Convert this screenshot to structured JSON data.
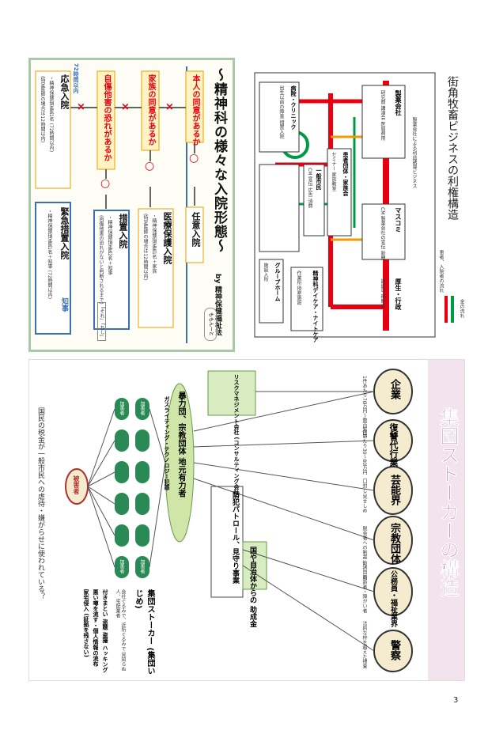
{
  "page_number": "3",
  "panel_psych": {
    "title": "〜精神科の様々な入院形態〜",
    "byline": "by 精神保健福祉法",
    "mascot_tag": "ももんーと",
    "q1": "本人の同意があるか",
    "q2": "家族の同意があるか",
    "q3": "自傷他害の恐れがあるか",
    "yes": "○",
    "no": "×",
    "r1": "任意入院",
    "r2_title": "医療保護入院",
    "r2_line1": "・精神保健指定医1名＋家族",
    "r2_line2": "(特定医師の場合は12時間以内)",
    "r3_title": "措置入院",
    "r3_line1": "・精神保健指定医2名＋知事",
    "r3_line2": "(自傷他害の恐れがないと判断されるまで)",
    "r3_side": "「それ」「ちし」",
    "r4_title": "応急入院",
    "r4_line1": "・精神保健指定医1名 (72時間以内)",
    "r4_line2": "(特定医師の場合は12時間以内)",
    "r4_side": "72時間以内",
    "r5_title": "緊急措置入院",
    "r5_line1": "・精神保健指定医1名＋知事 (72時間以内)",
    "chiji": "知事"
  },
  "panel_biz": {
    "title": "街角牧畜ビジネスの利権構造",
    "legend_money": "金の流れ",
    "legend_patient": "患者、入院者の流れ",
    "nodes": {
      "pharma": "製薬会社",
      "pharma_sub": "製薬会社による利益誘導ビジネス",
      "pharma_items": "研究費 講演会 医局費用",
      "media": "マスコミ",
      "media_items": "CM 製薬会社の宣伝 新聞",
      "admin": "厚生・行政",
      "admin_items": "許認可 補助金",
      "ngo": "患者団体・家族会",
      "ngo_items": "セミナー 家族教室",
      "clinic": "病院・クリニック",
      "clinic_items": "出生以前の障害 措置入院",
      "general": "一般市民",
      "general_items": "CM 宣伝 広告 消費",
      "group_home": "グループホーム",
      "group_items": "施設入所",
      "welfare": "精神科デイケア・ナイトケア",
      "welfare_items": "作業所 授産施設"
    }
  },
  "panel_stalker": {
    "title": "集団ストーカーの構造",
    "top_cols": [
      {
        "label": "企業",
        "note": "1件あたり70万円〜数百万円"
      },
      {
        "label": "復讐代行業",
        "note": "1件あたり30〜80万円"
      },
      {
        "label": "芸能界",
        "note": "口封じ 見せしめ"
      },
      {
        "label": "宗教団体",
        "note": "脱会者への制裁 勧誘目的"
      },
      {
        "label": "公務員・福祉業界",
        "note": "高齢者・障がい者"
      },
      {
        "label": "警察",
        "note": "法的な枠を超えた捜査"
      }
    ],
    "consulting": "リスクマネジメント会社 (コンサルティング会社)",
    "hub": "暴力団、宗教団体 地元有力者",
    "patrol": "防犯パトロール、見守り事業",
    "subsidy": "国や自治体からの 助成金",
    "gang": "ガスライティング・テクノロジー犯罪",
    "victim": "被害者",
    "perp": "加害者",
    "summary_title": "集団ストーカー (集団いじめ)",
    "summary_lines": [
      "付きまとい 盗聴 盗撮 ハッキング",
      "悪い噂を流す・個人情報の流布",
      "家宅侵入 (証拠を残さない)"
    ],
    "summary_small": "会社ぐるみで、近所ぐるみで 見知らぬ人、宅配業者",
    "footer": "国民の税金が一般市民への虐待・嫌がらせに使われている？"
  },
  "colors": {
    "red": "#e60012",
    "green": "#009944",
    "purple_band": "#b05c9a",
    "oval_fill": "#f5ecd0",
    "hub_fill": "#cfe6a8",
    "pill_fill": "#2a8a55"
  }
}
